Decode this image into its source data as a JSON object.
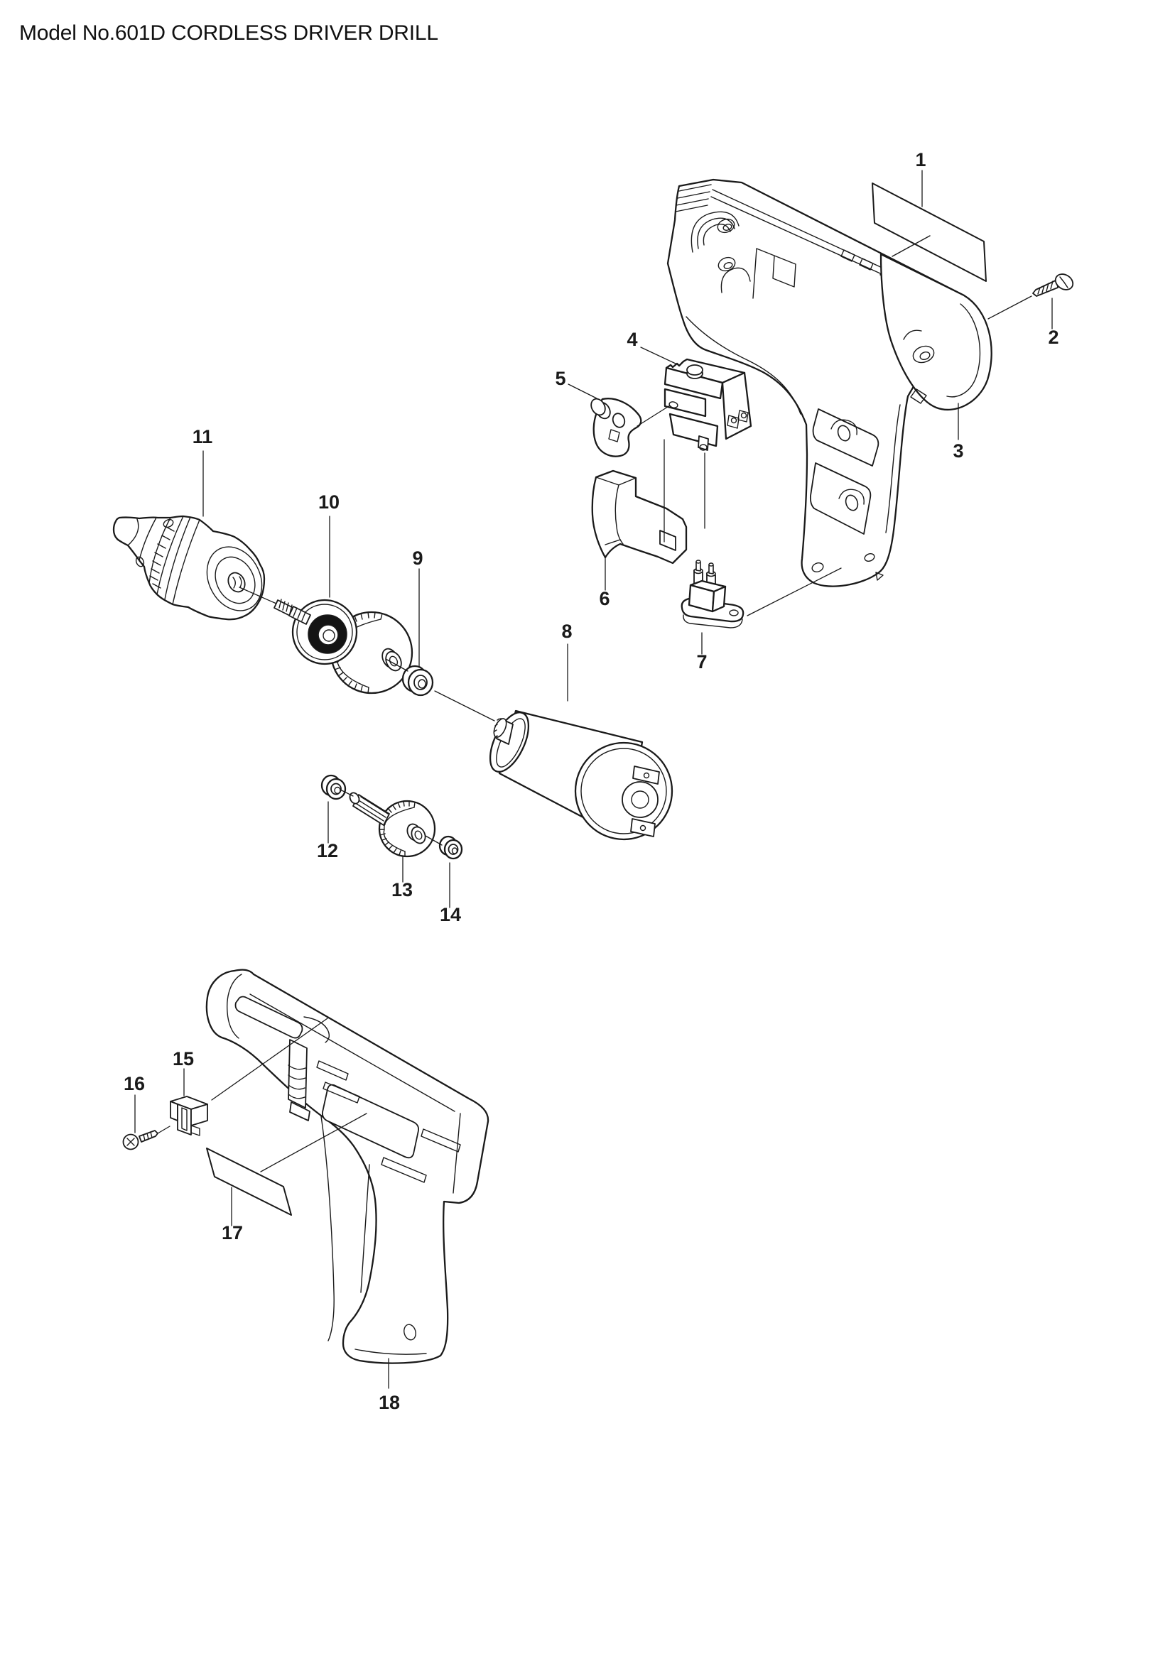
{
  "title": "Model No.601D CORDLESS DRIVER DRILL",
  "colors": {
    "line": "#1a1a1a",
    "background": "#ffffff"
  },
  "parts": [
    {
      "label": "1"
    },
    {
      "label": "2"
    },
    {
      "label": "3"
    },
    {
      "label": "4"
    },
    {
      "label": "5"
    },
    {
      "label": "6"
    },
    {
      "label": "7"
    },
    {
      "label": "8"
    },
    {
      "label": "9"
    },
    {
      "label": "10"
    },
    {
      "label": "11"
    },
    {
      "label": "12"
    },
    {
      "label": "13"
    },
    {
      "label": "14"
    },
    {
      "label": "15"
    },
    {
      "label": "16"
    },
    {
      "label": "17"
    },
    {
      "label": "18"
    }
  ]
}
